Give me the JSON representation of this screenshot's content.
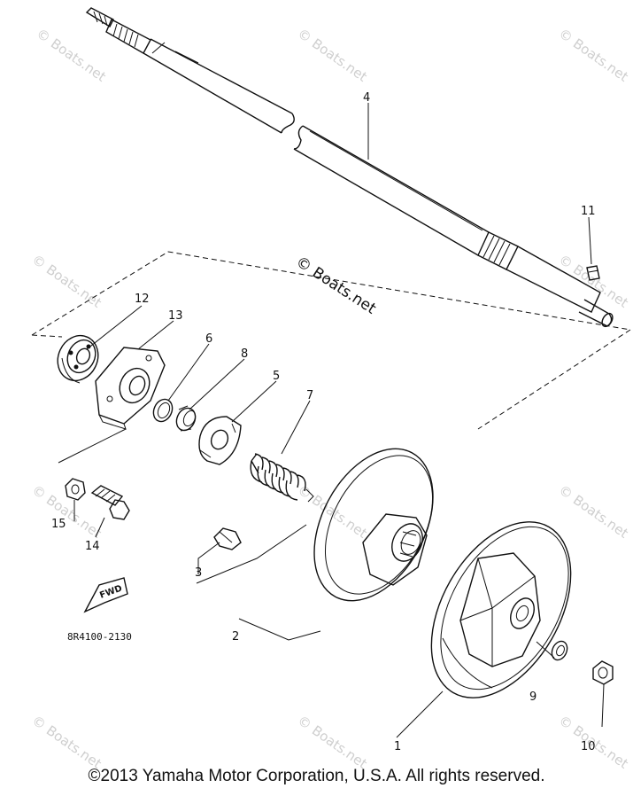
{
  "watermark_text": "© Boats.net",
  "center_watermark": "© Boats.net",
  "part_code": "8R4100-2130",
  "fwd_label": "FWD",
  "copyright": "©2013 Yamaha Motor Corporation, U.S.A. All rights reserved.",
  "callouts": [
    "1",
    "2",
    "3",
    "4",
    "5",
    "6",
    "7",
    "8",
    "9",
    "10",
    "11",
    "12",
    "13",
    "14",
    "15"
  ]
}
